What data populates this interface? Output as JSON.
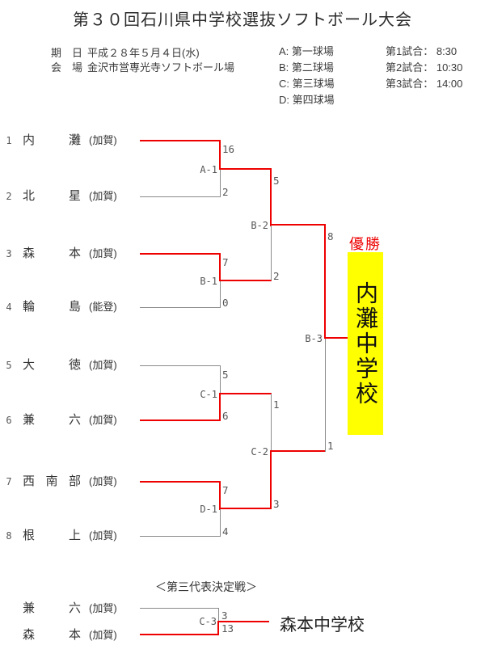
{
  "title": "第３０回石川県中学校選抜ソフトボール大会",
  "header": {
    "date_label": "期　日",
    "date_value": "平成２８年５月４日(水)",
    "venue_label": "会　場",
    "venue_value": "金沢市営専光寺ソフトボール場",
    "fields": [
      "A: 第一球場",
      "B: 第二球場",
      "C: 第三球場",
      "D: 第四球場"
    ],
    "times": [
      "第1試合： 8:30",
      "第2試合： 10:30",
      "第3試合： 14:00"
    ]
  },
  "bracket": {
    "teams": [
      {
        "seed": "1",
        "name": "内灘",
        "league": "(加賀)"
      },
      {
        "seed": "2",
        "name": "北星",
        "league": "(加賀)"
      },
      {
        "seed": "3",
        "name": "森本",
        "league": "(加賀)"
      },
      {
        "seed": "4",
        "name": "輪島",
        "league": "(能登)"
      },
      {
        "seed": "5",
        "name": "大徳",
        "league": "(加賀)"
      },
      {
        "seed": "6",
        "name": "兼六",
        "league": "(加賀)"
      },
      {
        "seed": "7",
        "name": "西南部",
        "league": "(加賀)"
      },
      {
        "seed": "8",
        "name": "根上",
        "league": "(加賀)"
      }
    ],
    "matches": [
      {
        "id": "A-1",
        "top_score": "16",
        "bottom_score": "2"
      },
      {
        "id": "B-1",
        "top_score": "7",
        "bottom_score": "0"
      },
      {
        "id": "C-1",
        "top_score": "5",
        "bottom_score": "6"
      },
      {
        "id": "D-1",
        "top_score": "7",
        "bottom_score": "4"
      },
      {
        "id": "B-2",
        "top_score": "5",
        "bottom_score": "2"
      },
      {
        "id": "C-2",
        "top_score": "1",
        "bottom_score": "3"
      },
      {
        "id": "B-3",
        "top_score": "8",
        "bottom_score": "1"
      }
    ],
    "champion": {
      "label": "優勝",
      "name": "内灘中学校"
    }
  },
  "third_place": {
    "heading": "＜第三代表決定戦＞",
    "teams": [
      {
        "name": "兼六",
        "league": "(加賀)"
      },
      {
        "name": "森本",
        "league": "(加賀)"
      }
    ],
    "match": {
      "id": "C-3",
      "top_score": "3",
      "bottom_score": "13"
    },
    "winner": "森本中学校"
  },
  "colors": {
    "winner_line": "#ee0000",
    "loser_line": "#8a8a8a",
    "champion_bg": "#ffff00",
    "champion_label_color": "#ee0000"
  }
}
